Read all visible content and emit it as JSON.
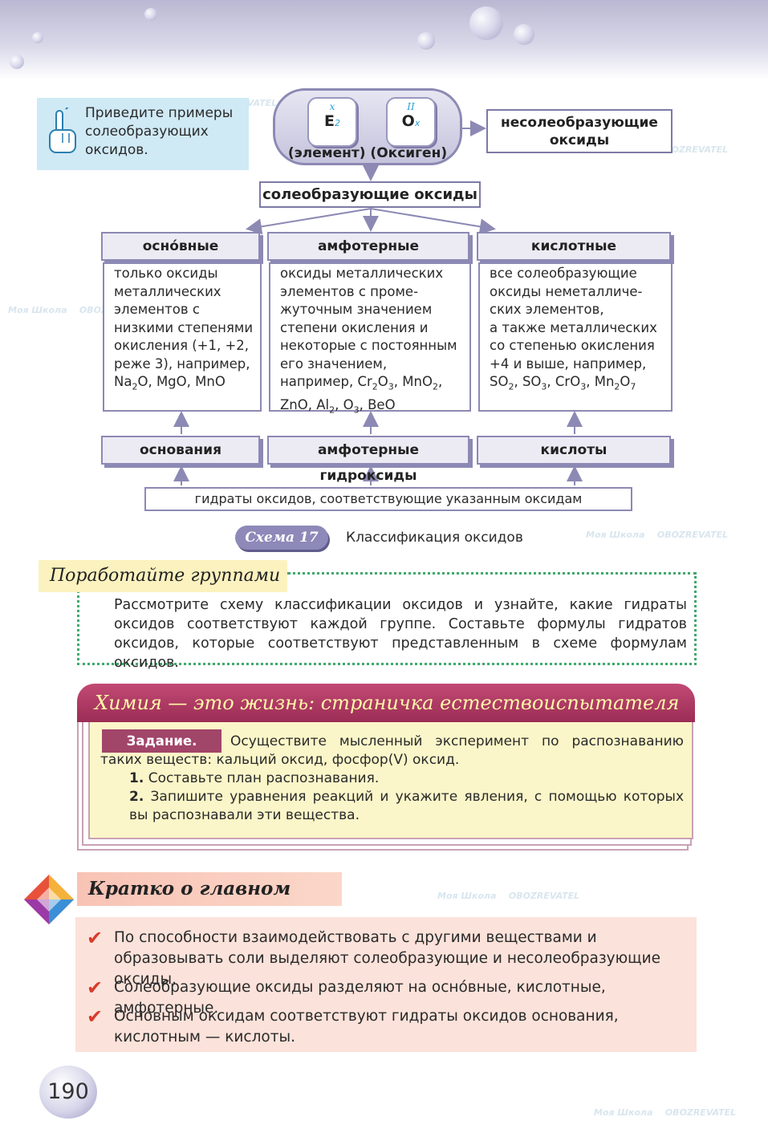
{
  "hint": {
    "lines": [
      "Приведите примеры",
      "солеобразующих",
      "оксидов."
    ]
  },
  "scheme": {
    "chip_element": {
      "sup": "x",
      "sym": "E",
      "sub": "2"
    },
    "chip_oxygen": {
      "sup": "II",
      "sym": "O",
      "sub": "x"
    },
    "capsule_caption": "(элемент) (Оксиген)",
    "nonsalt_lines": [
      "несолеобразующие",
      "оксиды"
    ],
    "saltforming": "солеобразующие оксиды",
    "columns": [
      {
        "head": "осно́вные",
        "foot": "основания"
      },
      {
        "head": "амфотерные",
        "foot": "амфотерные гидроксиды"
      },
      {
        "head": "кислотные",
        "foot": "кислоты"
      }
    ],
    "col1_lines": [
      "только оксиды",
      "металлических",
      "элементов с",
      "низкими степенями",
      "окисления (+1, +2,",
      "реже 3), например,"
    ],
    "col1_formula": {
      "a": "Na",
      "a_sub": "2",
      "b": "O, MgO, MnO"
    },
    "col2_lines": [
      "оксиды металлических",
      "элементов с проме-",
      "жуточным значением",
      "степени окисления и",
      "некоторые с постоянным",
      "его значением,"
    ],
    "col2_formula1": {
      "p1": "например, Cr",
      "s1": "2",
      "p2": "O",
      "s2": "3",
      "p3": ", MnO",
      "s3": "2",
      "p4": ","
    },
    "col2_formula2": {
      "p1": "ZnO, Al",
      "s1": "2",
      "p2": ", O",
      "s2": "3",
      "p3": ", BeO"
    },
    "col3_lines": [
      "все солеобразующие",
      "оксиды неметалличе-",
      "ских элементов,",
      "а также металлических",
      "со степенью окисления",
      "+4 и выше, например,"
    ],
    "col3_formula": {
      "p1": "SO",
      "s1": "2",
      "p2": ", SO",
      "s2": "3",
      "p3": ", CrO",
      "s3": "3",
      "p4": ", Mn",
      "s4": "2",
      "p5": "O",
      "s5": "7"
    },
    "bottom": "гидраты оксидов, соответствующие указанным оксидам",
    "badge": "Схема 17",
    "caption": "Классификация оксидов"
  },
  "groupwork": {
    "title": "Поработайте группами",
    "text": "Рассмотрите схему классификации оксидов и узнайте, какие гидраты оксидов соответствуют каждой группе. Составьте формулы гидратов оксидов, которые соответствуют представленным в схеме формулам оксидов."
  },
  "chemlife": {
    "title": "Химия — это жизнь: страничка естествоиспытателя",
    "task_label": "Задание.",
    "task_text": "Осуществите мысленный эксперимент по распознаванию таких веществ: кальций оксид, фосфор(V) оксид.",
    "step1_num": "1.",
    "step1": "Составьте план распознавания.",
    "step2_num": "2.",
    "step2": "Запишите уравнения реакций и укажите явления, с помощью которых вы распознавали эти вещества."
  },
  "summary": {
    "title": "Кратко о главном",
    "items": [
      "По способности взаимодействовать с другими веществами и образовывать соли выделяют солеобразующие и несолеобразующие оксиды.",
      "Солеобразующие оксиды разделяют на осно́вные, кислотные, амфотерные.",
      "Осно́вным оксидам соответствуют гидраты оксидов основания, кислотным — кислоты."
    ]
  },
  "page_number": "190",
  "watermarks": [
    "Моя Школа",
    "OBOZREVATEL"
  ],
  "colors": {
    "accent_purple": "#8c89b4",
    "title_magenta": "#9b2d55",
    "check_red": "#d93a2a",
    "dotted_green": "#3fa86b"
  }
}
